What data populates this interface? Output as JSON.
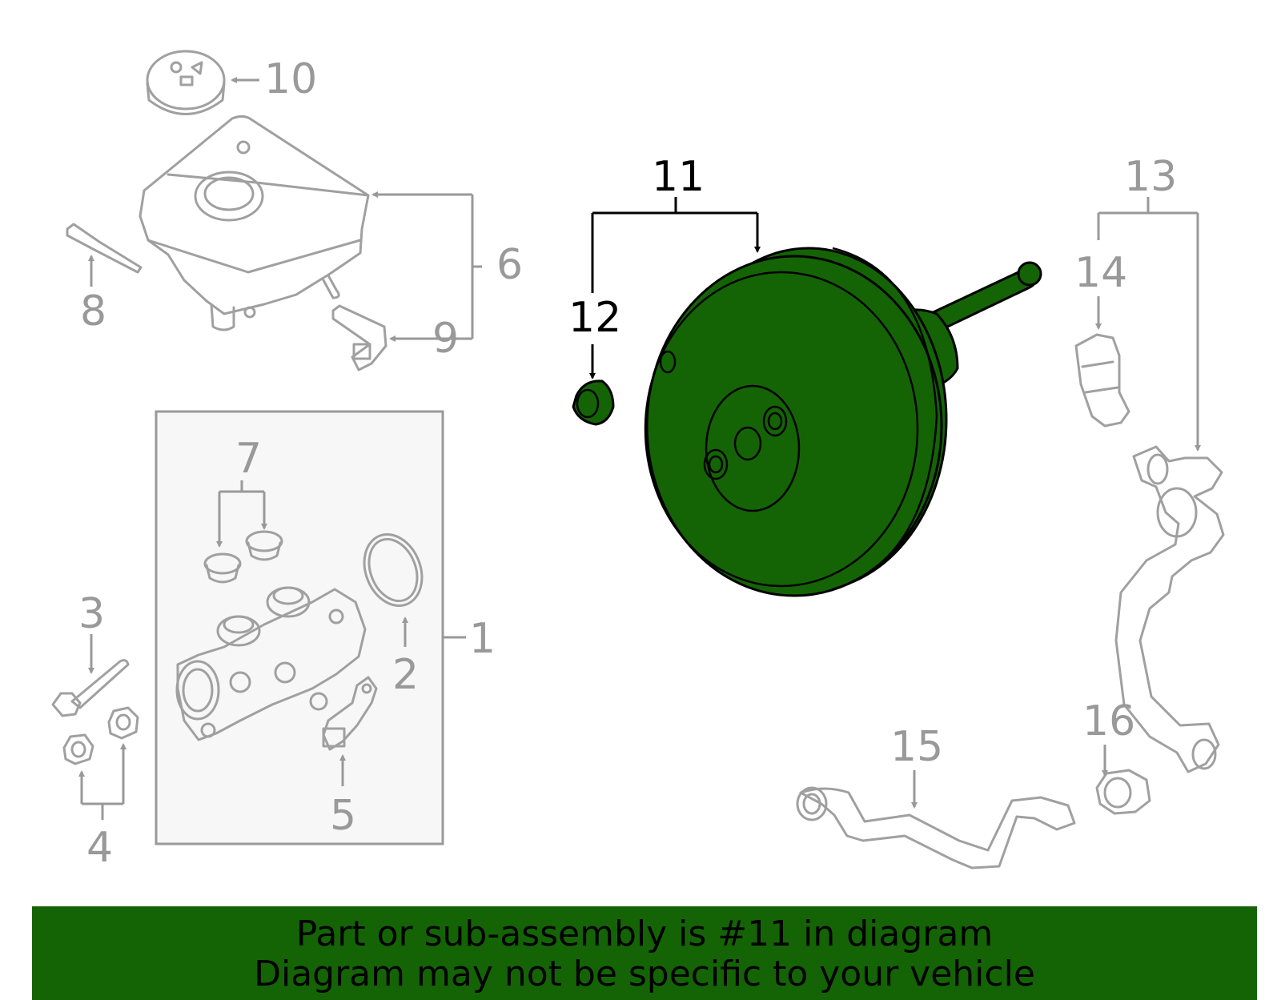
{
  "callouts": {
    "c1": "1",
    "c2": "2",
    "c3": "3",
    "c4": "4",
    "c5": "5",
    "c6": "6",
    "c7": "7",
    "c8": "8",
    "c9": "9",
    "c10": "10",
    "c11": "11",
    "c12": "12",
    "c13": "13",
    "c14": "14",
    "c15": "15",
    "c16": "16"
  },
  "highlighted_part": "11",
  "banner": {
    "line1": "Part or sub-assembly is #11 in diagram",
    "line2": "Diagram may not be specific to your vehicle"
  },
  "colors": {
    "highlight": "#146405",
    "parts": "#a0a0a0",
    "callout_text": "#999999",
    "active_callout": "#000000"
  }
}
